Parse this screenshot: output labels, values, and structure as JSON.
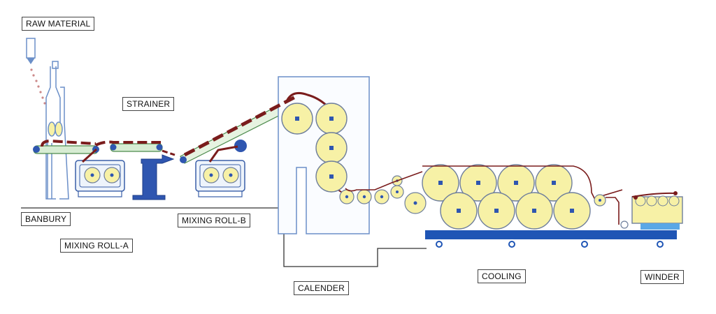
{
  "labels": {
    "raw_material": "RAW MATERIAL",
    "strainer": "STRAINER",
    "banbury": "BANBURY",
    "mixing_roll_a": "MIXING ROLL-A",
    "mixing_roll_b": "MIXING ROLL-B",
    "calender": "CALENDER",
    "cooling": "COOLING",
    "winder": "WINDER"
  },
  "colors": {
    "roll_fill": "#f7f1a6",
    "roll_stroke": "#6f7f9c",
    "roll_center": "#2f56b0",
    "sheet": "#7a1c1c",
    "conveyor_fill": "#d7ecd3",
    "conveyor_stroke": "#4c8a4c",
    "machine_blue": "#1f55b5",
    "frame_line": "#6b8fc8",
    "floor_line": "#333333"
  }
}
